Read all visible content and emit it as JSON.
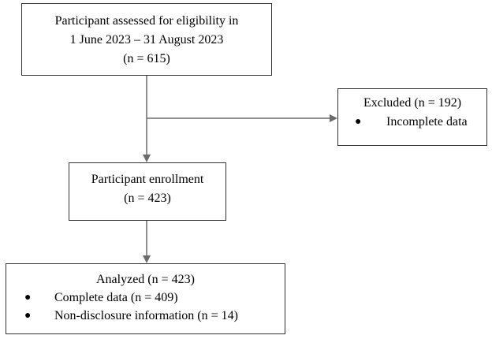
{
  "assessed": {
    "line1": "Participant assessed for eligibility in",
    "line2": "1 June 2023 – 31 August 2023",
    "line3": "(n = 615)"
  },
  "excluded": {
    "title": "Excluded (n = 192)",
    "items": [
      {
        "bullet": "●",
        "label": "Incomplete data"
      }
    ]
  },
  "enrollment": {
    "line1": "Participant enrollment",
    "line2": "(n = 423)"
  },
  "analyzed": {
    "title": "Analyzed (n = 423)",
    "items": [
      {
        "bullet": "●",
        "label": "Complete data (n = 409)"
      },
      {
        "bullet": "●",
        "label": "Non-disclosure information (n = 14)"
      }
    ]
  },
  "colors": {
    "line": "#6b6b6b",
    "border": "#333333"
  }
}
